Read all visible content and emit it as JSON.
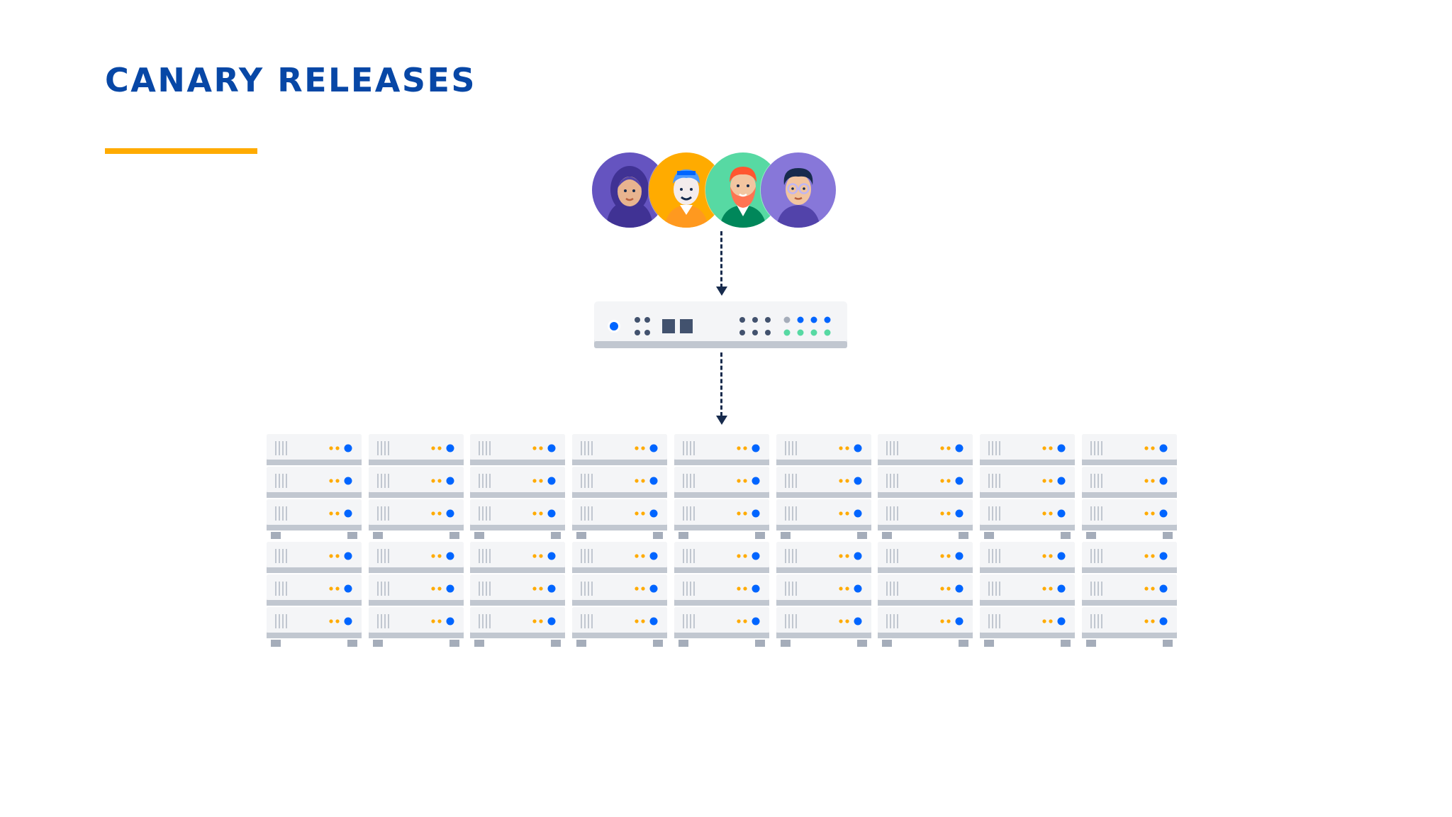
{
  "slide": {
    "title": "CANARY RELEASES"
  },
  "colors": {
    "title": "#0747a6",
    "accent_underline": "#ffab00",
    "server_led_blue": "#0065ff",
    "server_led_orange": "#ffab00",
    "arrow": "#172b4d"
  },
  "diagram": {
    "users": [
      {
        "icon": "user-avatar-headscarf-icon",
        "bg": "#6554c0"
      },
      {
        "icon": "user-avatar-blue-hair-icon",
        "bg": "#ffab00"
      },
      {
        "icon": "user-avatar-red-beard-icon",
        "bg": "#57d9a3"
      },
      {
        "icon": "user-avatar-glasses-icon",
        "bg": "#8777d9"
      }
    ],
    "load_balancer": {
      "icon": "load-balancer-icon"
    },
    "servers": {
      "icon": "server-rack-icon",
      "rows": 2,
      "columns": 9,
      "units_per_stack": 3
    }
  }
}
